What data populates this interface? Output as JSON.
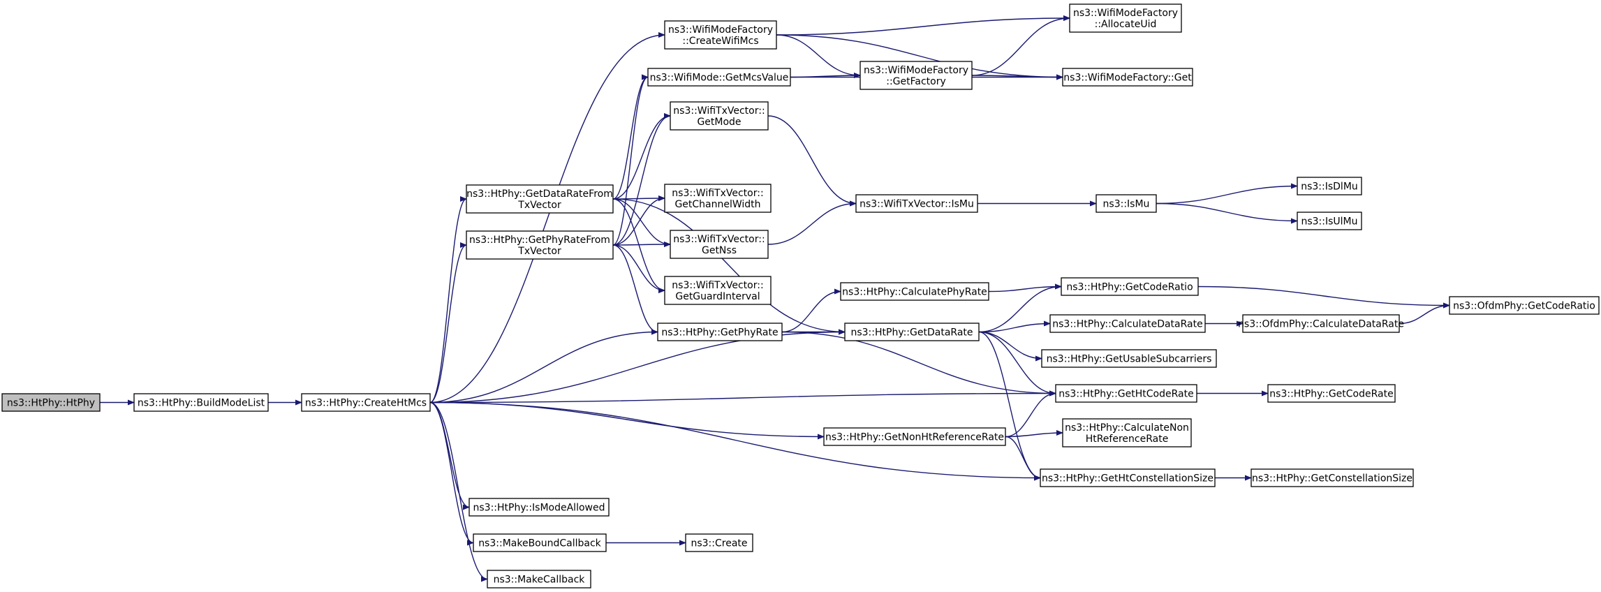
{
  "diagram": {
    "nodes": [
      {
        "id": "htphy",
        "lines": [
          "ns3::HtPhy::HtPhy"
        ],
        "root": true
      },
      {
        "id": "buildmodelist",
        "lines": [
          "ns3::HtPhy::BuildModeList"
        ]
      },
      {
        "id": "createhtmcs",
        "lines": [
          "ns3::HtPhy::CreateHtMcs"
        ]
      },
      {
        "id": "createwifimcs",
        "lines": [
          "ns3::WifiModeFactory",
          "::CreateWifiMcs"
        ]
      },
      {
        "id": "getmcsvalue",
        "lines": [
          "ns3::WifiMode::GetMcsValue"
        ]
      },
      {
        "id": "txgetmode",
        "lines": [
          "ns3::WifiTxVector::",
          "GetMode"
        ]
      },
      {
        "id": "getdataratefromtx",
        "lines": [
          "ns3::HtPhy::GetDataRateFrom",
          "TxVector"
        ]
      },
      {
        "id": "getchannelwidth",
        "lines": [
          "ns3::WifiTxVector::",
          "GetChannelWidth"
        ]
      },
      {
        "id": "getphyratefromtx",
        "lines": [
          "ns3::HtPhy::GetPhyRateFrom",
          "TxVector"
        ]
      },
      {
        "id": "getnss",
        "lines": [
          "ns3::WifiTxVector::",
          "GetNss"
        ]
      },
      {
        "id": "getguardinterval",
        "lines": [
          "ns3::WifiTxVector::",
          "GetGuardInterval"
        ]
      },
      {
        "id": "getphyrate",
        "lines": [
          "ns3::HtPhy::GetPhyRate"
        ]
      },
      {
        "id": "ismodeallowed",
        "lines": [
          "ns3::HtPhy::IsModeAllowed"
        ]
      },
      {
        "id": "makeboundcallback",
        "lines": [
          "ns3::MakeBoundCallback"
        ]
      },
      {
        "id": "makecallback",
        "lines": [
          "ns3::MakeCallback"
        ]
      },
      {
        "id": "create",
        "lines": [
          "ns3::Create"
        ]
      },
      {
        "id": "getfactory",
        "lines": [
          "ns3::WifiModeFactory",
          "::GetFactory"
        ]
      },
      {
        "id": "allocateuid",
        "lines": [
          "ns3::WifiModeFactory",
          "::AllocateUid"
        ]
      },
      {
        "id": "factoryget",
        "lines": [
          "ns3::WifiModeFactory::Get"
        ]
      },
      {
        "id": "txismu",
        "lines": [
          "ns3::WifiTxVector::IsMu"
        ]
      },
      {
        "id": "calculatephyrate",
        "lines": [
          "ns3::HtPhy::CalculatePhyRate"
        ]
      },
      {
        "id": "getdatarate",
        "lines": [
          "ns3::HtPhy::GetDataRate"
        ]
      },
      {
        "id": "getnonhtreferencerate",
        "lines": [
          "ns3::HtPhy::GetNonHtReferenceRate"
        ]
      },
      {
        "id": "ismu",
        "lines": [
          "ns3::IsMu"
        ]
      },
      {
        "id": "isdlmu",
        "lines": [
          "ns3::IsDlMu"
        ]
      },
      {
        "id": "isulmu",
        "lines": [
          "ns3::IsUlMu"
        ]
      },
      {
        "id": "getcoderatio",
        "lines": [
          "ns3::HtPhy::GetCodeRatio"
        ]
      },
      {
        "id": "calculatedatarate",
        "lines": [
          "ns3::HtPhy::CalculateDataRate"
        ]
      },
      {
        "id": "getusablesubcarriers",
        "lines": [
          "ns3::HtPhy::GetUsableSubcarriers"
        ]
      },
      {
        "id": "gethtcoderate",
        "lines": [
          "ns3::HtPhy::GetHtCodeRate"
        ]
      },
      {
        "id": "calculatenonhtreferencerate",
        "lines": [
          "ns3::HtPhy::CalculateNon",
          "HtReferenceRate"
        ]
      },
      {
        "id": "gethtconstellationsize",
        "lines": [
          "ns3::HtPhy::GetHtConstellationSize"
        ]
      },
      {
        "id": "ofdmgetcoderatio",
        "lines": [
          "ns3::OfdmPhy::GetCodeRatio"
        ]
      },
      {
        "id": "ofdmcalculatedatarate",
        "lines": [
          "ns3::OfdmPhy::CalculateDataRate"
        ]
      },
      {
        "id": "getcoderate",
        "lines": [
          "ns3::HtPhy::GetCodeRate"
        ]
      },
      {
        "id": "getconstellationsize",
        "lines": [
          "ns3::HtPhy::GetConstellationSize"
        ]
      }
    ],
    "edges": [
      [
        "htphy",
        "buildmodelist"
      ],
      [
        "buildmodelist",
        "createhtmcs"
      ],
      [
        "createhtmcs",
        "createwifimcs"
      ],
      [
        "createhtmcs",
        "getdataratefromtx"
      ],
      [
        "createhtmcs",
        "getphyratefromtx"
      ],
      [
        "createhtmcs",
        "getphyrate"
      ],
      [
        "createhtmcs",
        "getdatarate"
      ],
      [
        "createhtmcs",
        "gethtcoderate"
      ],
      [
        "createhtmcs",
        "getnonhtreferencerate"
      ],
      [
        "createhtmcs",
        "gethtconstellationsize"
      ],
      [
        "createhtmcs",
        "ismodeallowed"
      ],
      [
        "createhtmcs",
        "makeboundcallback"
      ],
      [
        "createhtmcs",
        "makecallback"
      ],
      [
        "createwifimcs",
        "allocateuid"
      ],
      [
        "createwifimcs",
        "getfactory"
      ],
      [
        "createwifimcs",
        "factoryget"
      ],
      [
        "getmcsvalue",
        "getfactory"
      ],
      [
        "getmcsvalue",
        "factoryget"
      ],
      [
        "getfactory",
        "allocateuid"
      ],
      [
        "getfactory",
        "factoryget"
      ],
      [
        "getdataratefromtx",
        "getmcsvalue"
      ],
      [
        "getdataratefromtx",
        "txgetmode"
      ],
      [
        "getdataratefromtx",
        "getchannelwidth"
      ],
      [
        "getdataratefromtx",
        "getnss"
      ],
      [
        "getdataratefromtx",
        "getguardinterval"
      ],
      [
        "getdataratefromtx",
        "getdatarate"
      ],
      [
        "getphyratefromtx",
        "getmcsvalue"
      ],
      [
        "getphyratefromtx",
        "txgetmode"
      ],
      [
        "getphyratefromtx",
        "getchannelwidth"
      ],
      [
        "getphyratefromtx",
        "getnss"
      ],
      [
        "getphyratefromtx",
        "getguardinterval"
      ],
      [
        "getphyratefromtx",
        "getphyrate"
      ],
      [
        "txgetmode",
        "txismu"
      ],
      [
        "getnss",
        "txismu"
      ],
      [
        "txismu",
        "ismu"
      ],
      [
        "ismu",
        "isdlmu"
      ],
      [
        "ismu",
        "isulmu"
      ],
      [
        "getphyrate",
        "calculatephyrate"
      ],
      [
        "getphyrate",
        "getdatarate"
      ],
      [
        "getphyrate",
        "gethtcoderate"
      ],
      [
        "calculatephyrate",
        "getcoderatio"
      ],
      [
        "getdatarate",
        "getcoderatio"
      ],
      [
        "getdatarate",
        "calculatedatarate"
      ],
      [
        "getdatarate",
        "getusablesubcarriers"
      ],
      [
        "getdatarate",
        "gethtcoderate"
      ],
      [
        "getdatarate",
        "gethtconstellationsize"
      ],
      [
        "getcoderatio",
        "ofdmgetcoderatio"
      ],
      [
        "calculatedatarate",
        "ofdmcalculatedatarate"
      ],
      [
        "ofdmcalculatedatarate",
        "ofdmgetcoderatio"
      ],
      [
        "gethtcoderate",
        "getcoderate"
      ],
      [
        "getnonhtreferencerate",
        "gethtcoderate"
      ],
      [
        "getnonhtreferencerate",
        "calculatenonhtreferencerate"
      ],
      [
        "getnonhtreferencerate",
        "gethtconstellationsize"
      ],
      [
        "gethtconstellationsize",
        "getconstellationsize"
      ],
      [
        "makeboundcallback",
        "create"
      ]
    ]
  }
}
